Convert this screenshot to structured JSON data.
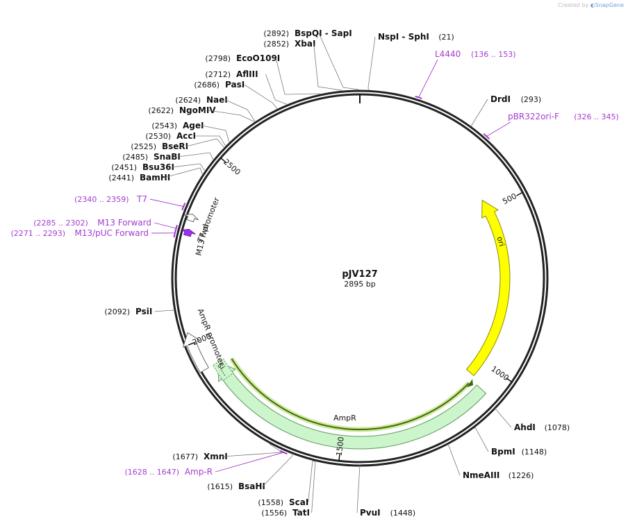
{
  "credit": {
    "prefix": "Created by",
    "brand": "SnapGene"
  },
  "plasmid": {
    "name": "pJV127",
    "length_label": "2895 bp",
    "length": 2895
  },
  "ticks": [
    {
      "bp": 500,
      "label": "500"
    },
    {
      "bp": 1000,
      "label": "1000"
    },
    {
      "bp": 1500,
      "label": "1500"
    },
    {
      "bp": 2000,
      "label": "2000"
    },
    {
      "bp": 2500,
      "label": "2500"
    }
  ],
  "enzymes": [
    {
      "id": "bspqi",
      "site": 2892,
      "name": "BspQI",
      "name2": "SapI",
      "pos": "(2892)"
    },
    {
      "id": "xbai",
      "site": 2852,
      "name": "XbaI",
      "pos": "(2852)"
    },
    {
      "id": "nspi",
      "site": 21,
      "name": "NspI",
      "name2": "SphI",
      "pos": "(21)"
    },
    {
      "id": "eco0109i",
      "site": 2798,
      "name": "EcoO109I",
      "pos": "(2798)"
    },
    {
      "id": "aflii",
      "site": 2712,
      "name": "AflIII",
      "pos": "(2712)"
    },
    {
      "id": "pasi",
      "site": 2686,
      "name": "PasI",
      "pos": "(2686)"
    },
    {
      "id": "naei",
      "site": 2624,
      "name": "NaeI",
      "pos": "(2624)"
    },
    {
      "id": "ngomiv",
      "site": 2622,
      "name": "NgoMIV",
      "pos": "(2622)"
    },
    {
      "id": "agei",
      "site": 2543,
      "name": "AgeI",
      "pos": "(2543)"
    },
    {
      "id": "acci",
      "site": 2530,
      "name": "AccI",
      "pos": "(2530)"
    },
    {
      "id": "bseri",
      "site": 2525,
      "name": "BseRI",
      "pos": "(2525)"
    },
    {
      "id": "snabi",
      "site": 2485,
      "name": "SnaBI",
      "pos": "(2485)"
    },
    {
      "id": "bsu36i",
      "site": 2451,
      "name": "Bsu36I",
      "pos": "(2451)"
    },
    {
      "id": "bamhi",
      "site": 2441,
      "name": "BamHI",
      "pos": "(2441)"
    },
    {
      "id": "drdi",
      "site": 293,
      "name": "DrdI",
      "pos": "(293)"
    },
    {
      "id": "psii",
      "site": 2092,
      "name": "PsiI",
      "pos": "(2092)"
    },
    {
      "id": "ahdi",
      "site": 1078,
      "name": "AhdI",
      "pos": "(1078)"
    },
    {
      "id": "bpmi",
      "site": 1148,
      "name": "BpmI",
      "pos": "(1148)"
    },
    {
      "id": "nmeaiii",
      "site": 1226,
      "name": "NmeAIII",
      "pos": "(1226)"
    },
    {
      "id": "xmni",
      "site": 1677,
      "name": "XmnI",
      "pos": "(1677)"
    },
    {
      "id": "bsahi",
      "site": 1615,
      "name": "BsaHI",
      "pos": "(1615)"
    },
    {
      "id": "scai",
      "site": 1558,
      "name": "ScaI",
      "pos": "(1558)"
    },
    {
      "id": "tati",
      "site": 1556,
      "name": "TatI",
      "pos": "(1556)"
    },
    {
      "id": "pvui",
      "site": 1448,
      "name": "PvuI",
      "pos": "(1448)"
    }
  ],
  "primers": [
    {
      "id": "l4440",
      "start": 136,
      "end": 153,
      "name": "L4440",
      "range": "(136 .. 153)"
    },
    {
      "id": "pbr322ori-f",
      "start": 326,
      "end": 345,
      "name": "pBR322ori-F",
      "range": "(326 .. 345)"
    },
    {
      "id": "t7",
      "start": 2340,
      "end": 2359,
      "name": "T7",
      "range": "(2340 .. 2359)"
    },
    {
      "id": "m13-forward",
      "start": 2285,
      "end": 2302,
      "name": "M13 Forward",
      "range": "(2285 .. 2302)"
    },
    {
      "id": "m13-puc-forward",
      "start": 2271,
      "end": 2293,
      "name": "M13/pUC Forward",
      "range": "(2271 .. 2293)"
    },
    {
      "id": "amp-r",
      "start": 1628,
      "end": 1647,
      "name": "Amp-R",
      "range": "(1628 .. 1647)"
    }
  ],
  "features": [
    {
      "id": "ori",
      "name": "ori",
      "start": 462,
      "end": 1050,
      "strand": "reverse",
      "color": "#ffff00",
      "stroke": "#8a8a00"
    },
    {
      "id": "ampr",
      "name": "AmpR",
      "start": 1065,
      "end": 1925,
      "strand": "forward",
      "color": "#ccf5cc",
      "stroke": "#5a9a5a"
    },
    {
      "id": "signal",
      "name": "si...",
      "start": 1875,
      "end": 1925,
      "color": "#ccf5cc",
      "stroke": "#5a9a5a"
    },
    {
      "id": "t7-promoter",
      "name": "T7 promoter",
      "start": 2322,
      "end": 2340,
      "strand": "forward",
      "color": "#ffffff",
      "stroke": "#666666"
    },
    {
      "id": "m13-fwd",
      "name": "M13 fwd",
      "start": 2283,
      "end": 2300,
      "strand": "forward",
      "color": "#9933ee",
      "stroke": "#6a1aa8"
    },
    {
      "id": "ampr-promoter",
      "name": "AmpR promoter",
      "start": 1925,
      "end": 2030,
      "strand": "forward",
      "color": "#ffffff",
      "stroke": "#666666"
    }
  ],
  "orf": {
    "id": "ampr-orf",
    "start": 1065,
    "end": 1925,
    "color": "#3a6b0a",
    "halo": "#cfe89a"
  }
}
